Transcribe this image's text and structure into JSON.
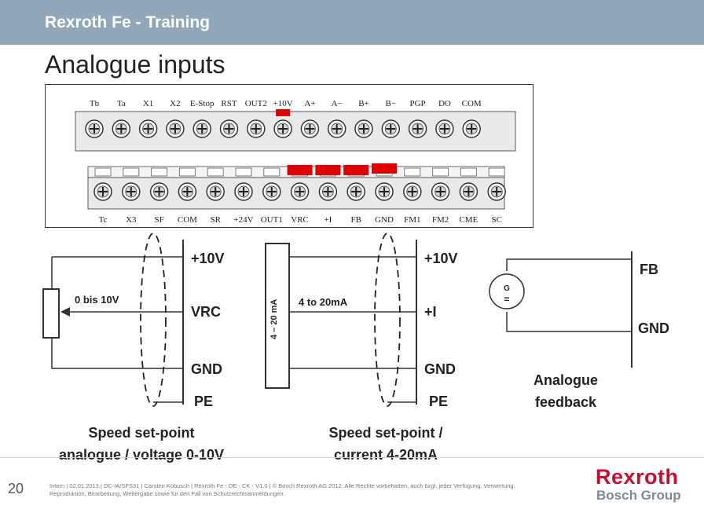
{
  "header": {
    "title": "Rexroth Fe - Training"
  },
  "page": {
    "title": "Analogue inputs",
    "number": "20"
  },
  "terminal": {
    "top_labels": [
      "Tb",
      "Ta",
      "X1",
      "X2",
      "E-Stop",
      "RST",
      "OUT2",
      "+10V",
      "A+",
      "A−",
      "B+",
      "B−",
      "PGP",
      "DO",
      "COM"
    ],
    "bottom_labels": [
      "Tc",
      "X3",
      "SF",
      "COM",
      "SR",
      "+24V",
      "OUT1",
      "VRC",
      "+I",
      "FB",
      "GND",
      "FM1",
      "FM2",
      "CME",
      "SC"
    ],
    "highlight_color": "#e00000"
  },
  "diagram1": {
    "labels": {
      "p10v": "+10V",
      "vrc": "VRC",
      "gnd": "GND",
      "pe": "PE",
      "range": "0 bis 10V"
    },
    "caption_line1": "Speed set-point",
    "caption_line2": "analogue / voltage 0-10V"
  },
  "diagram2": {
    "labels": {
      "p10v": "+10V",
      "pi": "+I",
      "gnd": "GND",
      "pe": "PE",
      "range": "4 to 20mA",
      "source": "4 – 20 mA"
    },
    "caption_line1": "Speed set-point /",
    "caption_line2": "current 4-20mA"
  },
  "diagram3": {
    "labels": {
      "fb": "FB",
      "gnd": "GND",
      "gen_g": "G",
      "gen_eq": "="
    },
    "caption_line1": "Analogue",
    "caption_line2": "feedback"
  },
  "footer": {
    "legal": "Intern | 02.01.2013 | DC-IA/SFS31 | Carsten Kobusch | Rexroth Fe - DE - CK - V1.0 | © Bosch Rexroth AG 2012. Alle Rechte vorbehalten, auch bzgl. jeder Verfügung, Verwertung, Reproduktion, Bearbeitung, Weitergabe sowie für den Fall von Schutzrechtsanmeldungen.",
    "brand": "Rexroth",
    "brand_sub": "Bosch Group"
  }
}
